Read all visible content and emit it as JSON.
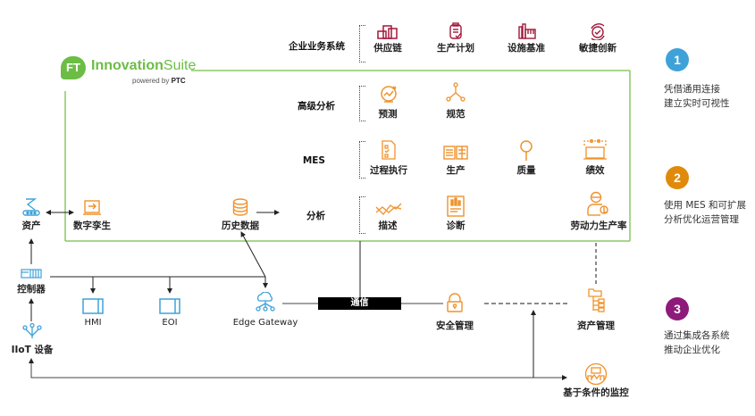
{
  "logo": {
    "badge": "FT",
    "name_bold": "Innovation",
    "name_light": "Suite",
    "powered_by": "powered by",
    "vendor": "PTC"
  },
  "rows": {
    "enterprise": {
      "label": "企业业务系统",
      "items": [
        {
          "label": "供应链",
          "icon": "supply-chain-icon"
        },
        {
          "label": "生产计划",
          "icon": "production-plan-icon"
        },
        {
          "label": "设施基准",
          "icon": "facility-icon"
        },
        {
          "label": "敏捷创新",
          "icon": "agile-innovation-icon"
        }
      ]
    },
    "advanced_analytics": {
      "label": "高级分析",
      "items": [
        {
          "label": "预测",
          "icon": "predictive-icon"
        },
        {
          "label": "规范",
          "icon": "prescriptive-icon"
        }
      ]
    },
    "mes": {
      "label": "MES",
      "items": [
        {
          "label": "过程执行",
          "icon": "process-execution-icon"
        },
        {
          "label": "生产",
          "icon": "production-icon"
        },
        {
          "label": "质量",
          "icon": "quality-icon"
        },
        {
          "label": "绩效",
          "icon": "performance-icon"
        }
      ]
    },
    "analytics": {
      "label": "分析",
      "items": [
        {
          "label": "描述",
          "icon": "descriptive-icon"
        },
        {
          "label": "诊断",
          "icon": "diagnostic-icon"
        },
        {
          "label": "劳动力生产率",
          "icon": "workforce-productivity-icon"
        }
      ]
    }
  },
  "nodes": {
    "asset": "资产",
    "digital_twin": "数字孪生",
    "historian": "历史数据",
    "controller": "控制器",
    "hmi": "HMI",
    "eoi": "EOI",
    "edge_gateway": "Edge Gateway",
    "iiot": "IIoT 设备",
    "comm": "通信",
    "security": "安全管理",
    "asset_mgmt": "资产管理",
    "cbm": "基于条件的监控"
  },
  "steps": [
    {
      "number": "1",
      "color": "#3ea2d8",
      "line1": "凭借通用连接",
      "line2": "建立实时可视性"
    },
    {
      "number": "2",
      "color": "#e08a0b",
      "line1": "使用 MES 和可扩展",
      "line2": "分析优化运营管理"
    },
    {
      "number": "3",
      "color": "#8e1a7a",
      "line1": "通过集成各系统",
      "line2": "推动企业优化"
    }
  ],
  "colors": {
    "brand_green": "#6cbd45",
    "orange": "#f0922b",
    "crimson": "#a3173a",
    "blue": "#3ea2d8"
  }
}
